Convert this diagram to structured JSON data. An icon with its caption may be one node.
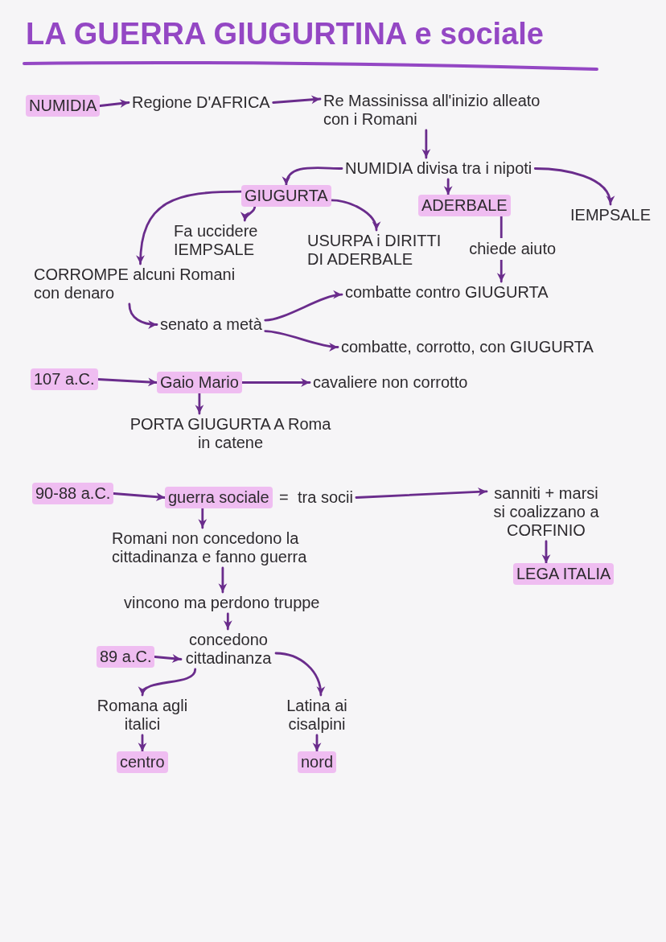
{
  "diagram": {
    "title": "LA GUERRA GIUGURTINA e sociale",
    "nodes": [
      {
        "text": [
          "NUMIDIA"
        ]
      },
      {
        "text": [
          "Regione D'AFRICA"
        ]
      },
      {
        "text": [
          "Re Massinissa all'inizio alleato con i Romani"
        ]
      },
      {
        "text": [
          "NUMIDIA divisa tra i nipoti"
        ]
      },
      {
        "text": [
          "GIUGURTA"
        ]
      },
      {
        "text": [
          "ADERBALE"
        ]
      },
      {
        "text": [
          "IEMPSALE"
        ]
      },
      {
        "text": [
          "Fa uccidere IEMPSALE"
        ]
      },
      {
        "text": [
          "USURPA i DIRITTI DI ADERBALE"
        ]
      },
      {
        "text": [
          "CORROMPE alcuni Romani con denaro"
        ]
      },
      {
        "text": [
          "senato a metà"
        ]
      },
      {
        "text": [
          "combatte contro GIUGURTA"
        ]
      },
      {
        "text": [
          "combatte, corrotto, con GIUGURTA"
        ]
      },
      {
        "text": [
          "107 a.C."
        ]
      },
      {
        "text": [
          "Gaio Mario"
        ]
      },
      {
        "text": [
          "cavaliere non corrotto"
        ]
      },
      {
        "text": [
          "PORTA GIUGURTA A Roma in catene"
        ]
      },
      {
        "text": [
          "90-88 a.C."
        ]
      },
      {
        "text": [
          "guerra sociale"
        ]
      },
      {
        "text": [
          "tra socii"
        ]
      },
      {
        "text": [
          "sanniti + marsi si coalizzano a CORFINIO"
        ]
      },
      {
        "text": [
          "LEGA ITALIA"
        ]
      },
      {
        "text": [
          "Romani non concedono la cittadinanza e fanno guerra"
        ]
      },
      {
        "text": [
          "vincono ma perdono truppe"
        ]
      },
      {
        "text": [
          "89 a.C."
        ]
      },
      {
        "text": [
          "concedono cittadinanza"
        ]
      },
      {
        "text": [
          "Romana agli italici"
        ]
      },
      {
        "text": [
          "Latina ai cisalpini"
        ]
      },
      {
        "text": [
          "centro"
        ]
      },
      {
        "text": [
          "nord"
        ]
      }
    ],
    "edges": [
      {
        "from": 0,
        "to": 1,
        "arrow": "to"
      },
      {
        "from": 1,
        "to": 2,
        "arrow": "to"
      },
      {
        "from": 2,
        "to": 3,
        "arrow": "to"
      },
      {
        "from": 3,
        "to": 4,
        "arrow": "to"
      },
      {
        "from": 3,
        "to": 5,
        "arrow": "to"
      },
      {
        "from": 3,
        "to": 6,
        "arrow": "to"
      },
      {
        "from": 4,
        "to": 9,
        "arrow": "to"
      },
      {
        "from": 4,
        "to": 7,
        "arrow": "to"
      },
      {
        "from": 4,
        "to": 8,
        "arrow": "to"
      },
      {
        "from": 5,
        "to": 11,
        "arrow": "to",
        "label": "chiede aiuto"
      },
      {
        "from": 9,
        "to": 10,
        "arrow": "to"
      },
      {
        "from": 10,
        "to": 11,
        "arrow": "to"
      },
      {
        "from": 10,
        "to": 12,
        "arrow": "to"
      },
      {
        "from": 13,
        "to": 14,
        "arrow": "to"
      },
      {
        "from": 14,
        "to": 15,
        "arrow": "to"
      },
      {
        "from": 14,
        "to": 16,
        "arrow": "to"
      },
      {
        "from": 17,
        "to": 18,
        "arrow": "to"
      },
      {
        "from": 19,
        "to": 20,
        "arrow": "to"
      },
      {
        "from": 20,
        "to": 21,
        "arrow": "to"
      },
      {
        "from": 18,
        "to": 22,
        "arrow": "to"
      },
      {
        "from": 22,
        "to": 23,
        "arrow": "to"
      },
      {
        "from": 23,
        "to": 25,
        "arrow": "to"
      },
      {
        "from": 24,
        "to": 25,
        "arrow": "to"
      },
      {
        "from": 25,
        "to": 26,
        "arrow": "to"
      },
      {
        "from": 25,
        "to": 27,
        "arrow": "to"
      },
      {
        "from": 26,
        "to": 28,
        "arrow": "to"
      },
      {
        "from": 27,
        "to": 29,
        "arrow": "to"
      }
    ],
    "labels": [
      "="
    ]
  }
}
